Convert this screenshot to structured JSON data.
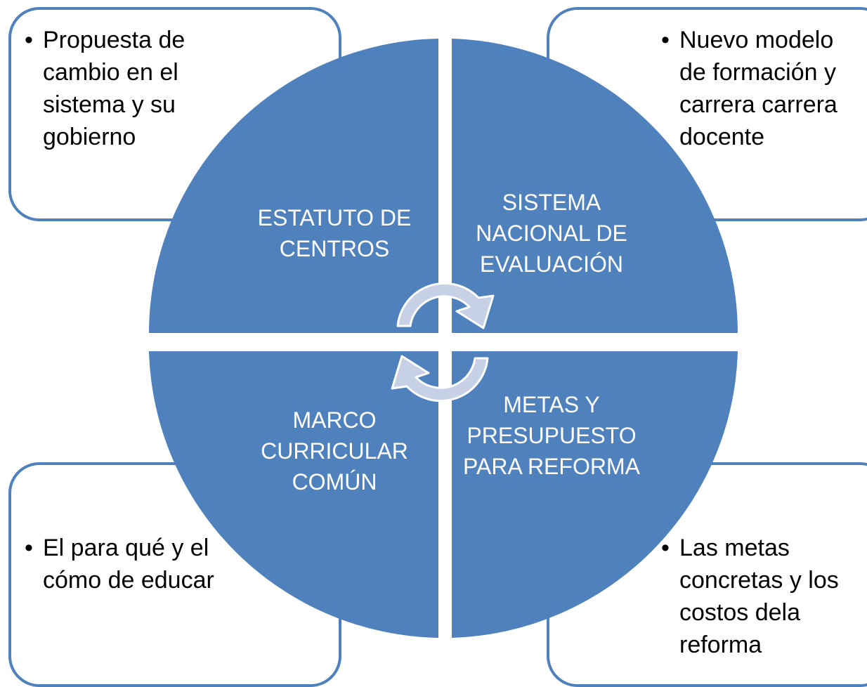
{
  "quadrants": {
    "top_left": {
      "title": "ESTATUTO DE CENTROS",
      "description": "Propuesta de cambio en el sistema y su gobierno"
    },
    "top_right": {
      "title": "SISTEMA NACIONAL DE EVALUACIÓN",
      "description": "Nuevo modelo de formación y carrera carrera docente"
    },
    "bottom_left": {
      "title": "MARCO CURRICULAR COMÚN",
      "description": "El para qué y el cómo de educar"
    },
    "bottom_right": {
      "title": "METAS Y PRESUPUESTO PARA REFORMA",
      "description": "Las metas concretas y los costos dela reforma"
    }
  },
  "bullet_glyph": "•",
  "icons": [
    "cycle-arrow-clockwise-icon",
    "cycle-arrow-return-icon"
  ],
  "colors": {
    "quadrant_fill": "#4f81bd",
    "box_border": "#4f81bd",
    "arrow_fill": "#c6d1e6",
    "arrow_stroke": "#ffffff",
    "label_text": "#ffffff",
    "bullet_text": "#000000"
  }
}
